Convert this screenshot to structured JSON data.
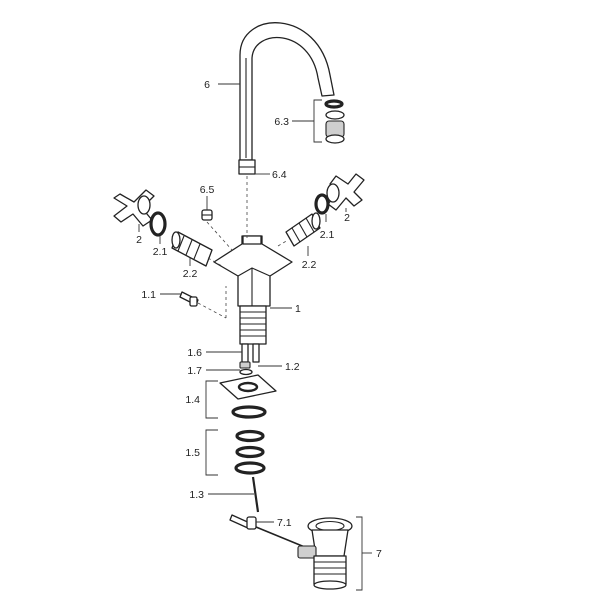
{
  "labels": {
    "spout": "6",
    "aerator": "6.3",
    "spout_nut": "6.4",
    "grub_screw": "6.5",
    "handle_left": "2",
    "handle_right": "2",
    "cap_left": "2.1",
    "cap_right": "2.1",
    "cartridge_left": "2.2",
    "cartridge_right": "2.2",
    "lever": "1.1",
    "body": "1",
    "stud": "1.6",
    "stud_nut": "1.2",
    "washer": "1.7",
    "base_plate": "1.4",
    "fixing_set": "1.5",
    "pull_rod": "1.3",
    "rod_clip": "7.1",
    "waste": "7"
  },
  "colors": {
    "stroke": "#222222",
    "background": "#ffffff"
  }
}
